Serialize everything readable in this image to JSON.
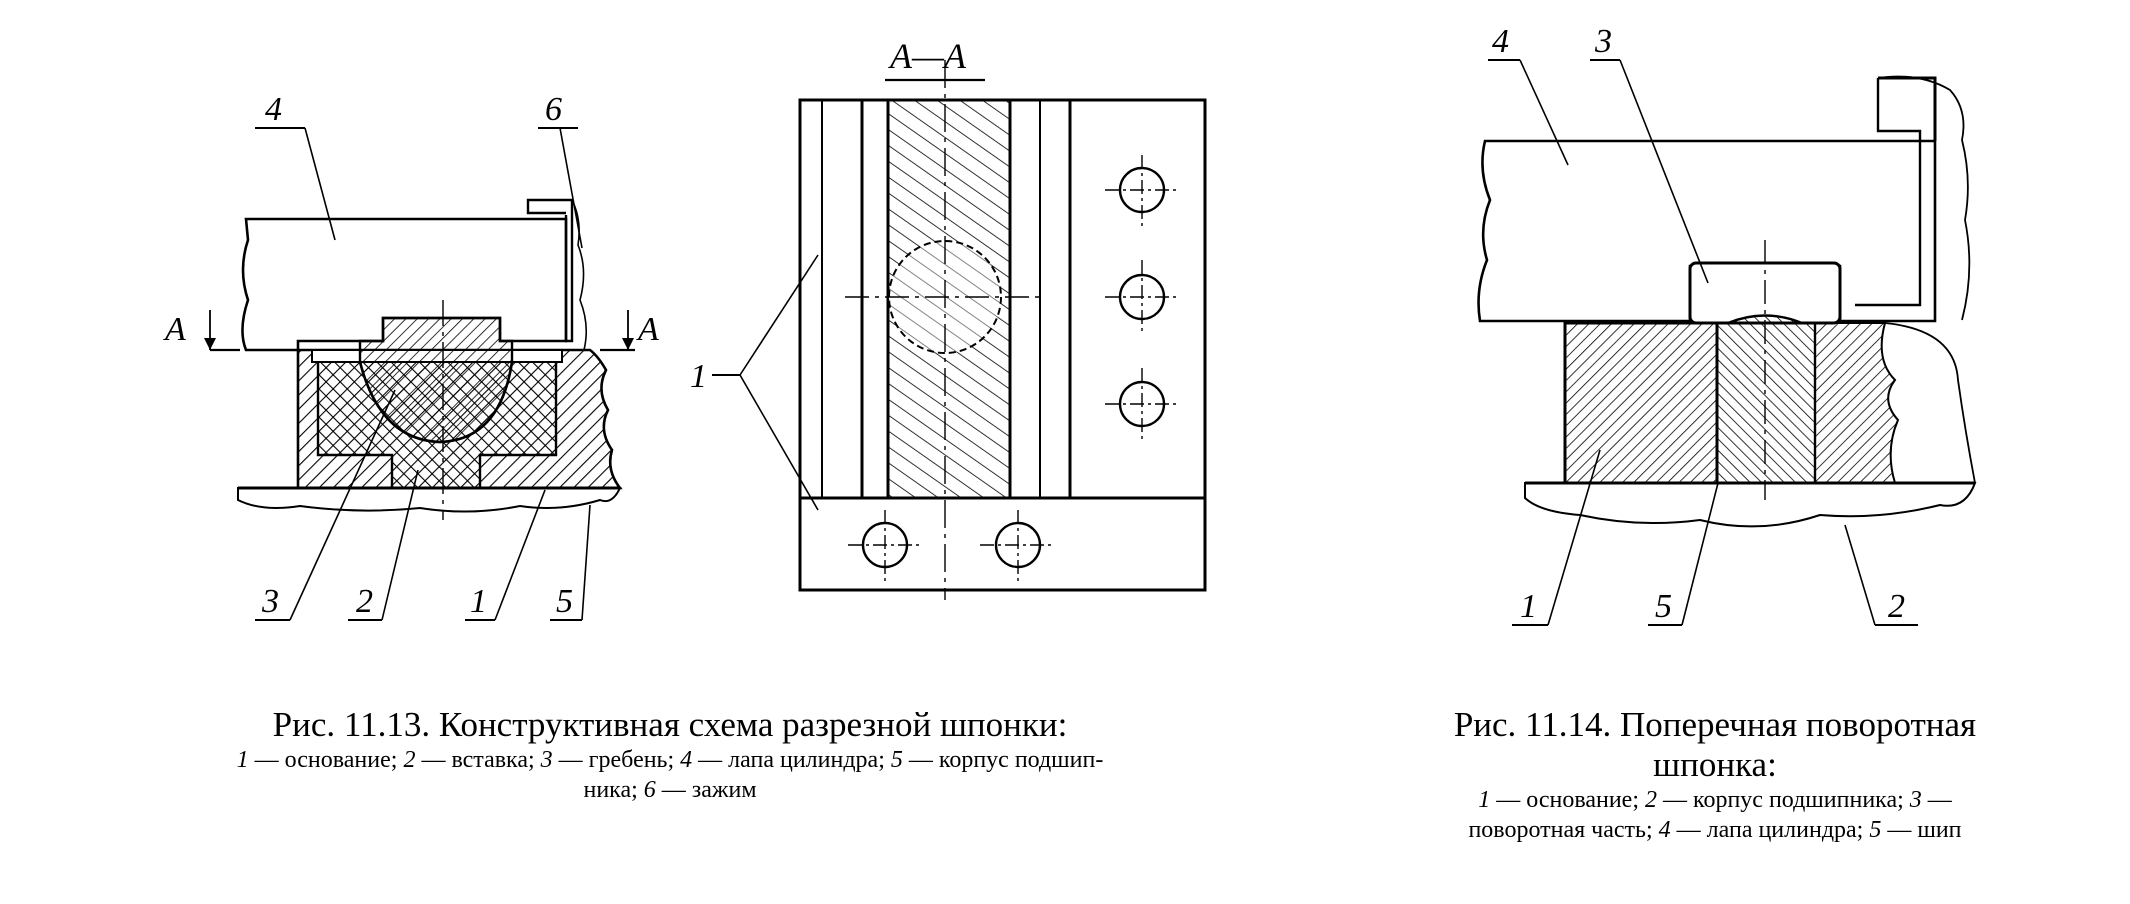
{
  "fig1": {
    "labels": {
      "p1": "1",
      "p2": "2",
      "p3": "3",
      "p4": "4",
      "p5": "5",
      "p6": "6",
      "cutA_left": "A",
      "cutA_right": "A"
    },
    "caption": "Рис. 11.13. Конструктивная схема разрезной шпонки:",
    "legend": [
      {
        "num": "1",
        "text": " — основание; "
      },
      {
        "num": "2",
        "text": " — вставка; "
      },
      {
        "num": "3",
        "text": " — гребень; "
      },
      {
        "num": "4",
        "text": " — лапа цилиндра; "
      },
      {
        "num": "5",
        "text": " — корпус подшип-"
      }
    ],
    "legend_line2": "ника; ",
    "legend_line2_num": "6",
    "legend_line2_text": " — зажим"
  },
  "section": {
    "title": "A—A",
    "label": "1"
  },
  "fig2": {
    "labels": {
      "p1": "1",
      "p2": "2",
      "p3": "3",
      "p4": "4",
      "p5": "5"
    },
    "caption_line1": "Рис. 11.14. Поперечная поворотная",
    "caption_line2": "шпонка:",
    "legend_line1": [
      {
        "num": "1",
        "text": " — основание; "
      },
      {
        "num": "2",
        "text": " — корпус подшипника; "
      },
      {
        "num": "3",
        "text": " —"
      }
    ],
    "legend_line2": [
      {
        "num": "",
        "text": "поворотная часть; "
      },
      {
        "num": "4",
        "text": " — лапа цилиндра; "
      },
      {
        "num": "5",
        "text": " — шип"
      }
    ]
  },
  "colors": {
    "ink": "#000000",
    "paper": "#ffffff"
  }
}
